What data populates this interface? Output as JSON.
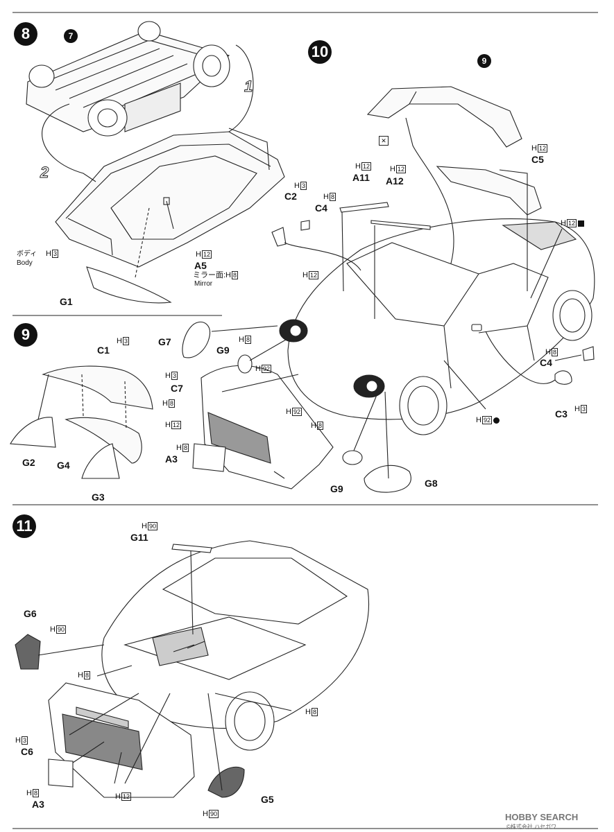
{
  "steps": {
    "s8": "8",
    "s9": "9",
    "s10": "10",
    "s11": "11"
  },
  "sub_steps": {
    "seven": "7",
    "nine": "9"
  },
  "sequence": {
    "one": "1",
    "two": "2"
  },
  "paint": {
    "body_h3": "H",
    "body_h3_code": "3",
    "a5_h12": "H",
    "a5_h12_code": "12",
    "mirror_face": "ミラー面:H",
    "mirror_face_code": "8",
    "c1_h3": "H",
    "c1_h3_code": "3",
    "c2_h3": "H",
    "c2_h3_code": "3",
    "c4_h8": "H",
    "c4_h8_code": "8",
    "a11_h12": "H",
    "a11_h12_code": "12",
    "a12_h12": "H",
    "a12_h12_code": "12",
    "c5_h12": "H",
    "c5_h12_code": "12",
    "right_h12": "H",
    "right_h12_code": "12",
    "head_h12": "H",
    "head_h12_code": "12",
    "g9_h8": "H",
    "g9_h8_code": "8",
    "g9_h92": "H",
    "g9_h92_code": "92",
    "c7_h3": "H",
    "c7_h3_code": "3",
    "bumper_h8": "H",
    "bumper_h8_code": "8",
    "bumper_h12": "H",
    "bumper_h12_code": "12",
    "a3_h8": "H",
    "a3_h8_code": "8",
    "lamp_h92": "H",
    "lamp_h92_code": "92",
    "lamp_h8": "H",
    "lamp_h8_code": "8",
    "side_h92": "H",
    "side_h92_code": "92",
    "c4r_h8": "H",
    "c4r_h8_code": "8",
    "c3_h3": "H",
    "c3_h3_code": "3",
    "g11_h90": "H",
    "g11_h90_code": "90",
    "g6_h90": "H",
    "g6_h90_code": "90",
    "tail_l_h8": "H",
    "tail_l_h8_code": "8",
    "tail_r_h8": "H",
    "tail_r_h8_code": "8",
    "c6_h3": "H",
    "c6_h3_code": "3",
    "rear_h12": "H",
    "rear_h12_code": "12",
    "a3b_h8": "H",
    "a3b_h8_code": "8",
    "g5_h90": "H",
    "g5_h90_code": "90"
  },
  "labels": {
    "body_jp": "ボディ",
    "body_en": "Body",
    "a5": "A5",
    "mirror_en": "Mirror",
    "g1": "G1",
    "c1": "C1",
    "g2": "G2",
    "g4": "G4",
    "g3": "G3",
    "c2": "C2",
    "c4": "C4",
    "a11": "A11",
    "a12": "A12",
    "c5": "C5",
    "g7": "G7",
    "g9a": "G9",
    "c7": "C7",
    "a3": "A3",
    "g9b": "G9",
    "g8": "G8",
    "c4r": "C4",
    "c3": "C3",
    "g11": "G11",
    "g6": "G6",
    "c6": "C6",
    "a3b": "A3",
    "g5": "G5"
  },
  "footer": {
    "logo": "HOBBY SEARCH",
    "copyright": "©株式会社 ハセガワ"
  }
}
